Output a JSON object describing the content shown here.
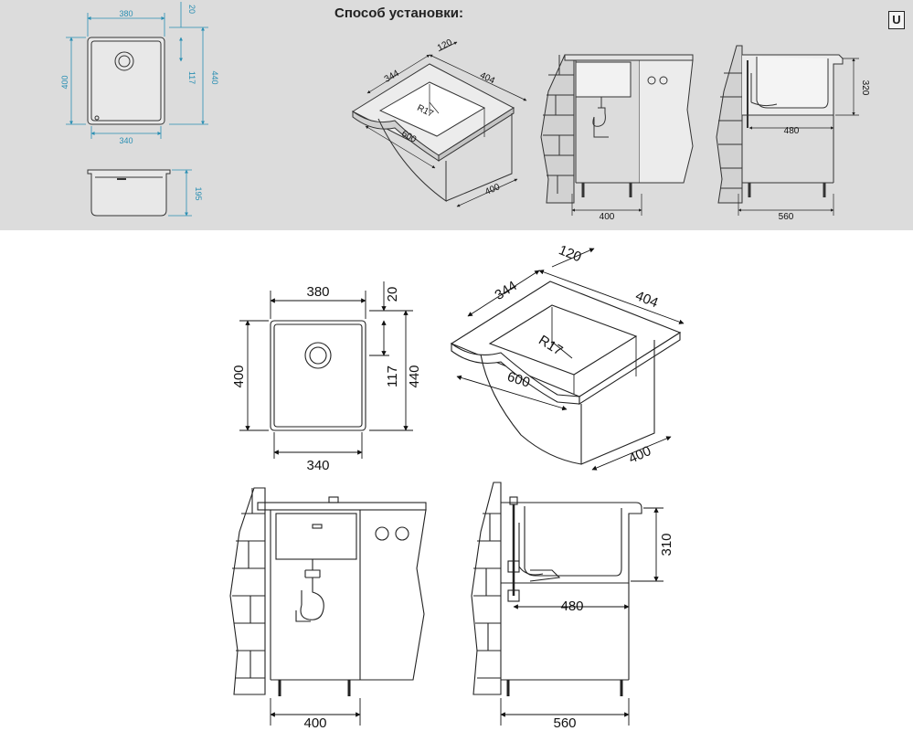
{
  "header": {
    "title": "Способ установки:",
    "badge": "U"
  },
  "dimensions": {
    "width_outer": "380",
    "rim": "20",
    "height_outer": "400",
    "drain_offset": "117",
    "height_overall": "440",
    "width_inner": "340",
    "depth": "195",
    "iso_depth": "120",
    "iso_width": "344",
    "iso_length": "404",
    "radius": "R17",
    "iso_front": "600",
    "iso_cabinet": "400",
    "front_cabinet": "400",
    "side_height_top": "320",
    "side_height": "310",
    "side_offset": "480",
    "side_cabinet": "560"
  },
  "colors": {
    "top_panel": "#dcdcdc",
    "dimension_top": "#2a8fb3",
    "line": "#222222"
  }
}
